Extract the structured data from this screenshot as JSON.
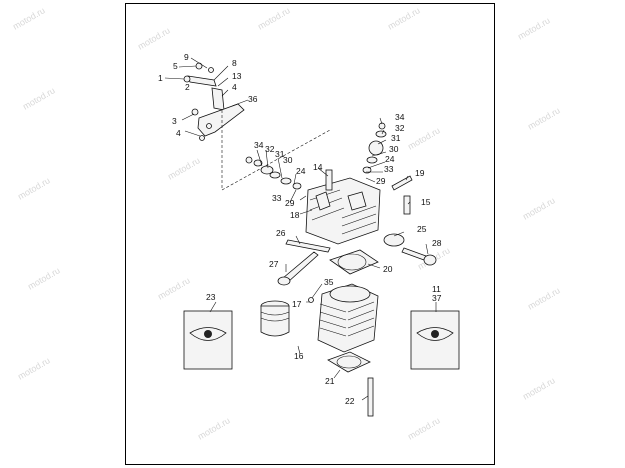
{
  "watermark": "motod.ru",
  "diagram": {
    "callouts": {
      "c1": "1",
      "c2": "2",
      "c3": "3",
      "c4a": "4",
      "c4b": "4",
      "c5": "5",
      "c8": "8",
      "c9": "9",
      "c13": "13",
      "c36": "36",
      "c34a": "34",
      "c32a": "32",
      "c31a": "31",
      "c30a": "30",
      "c24a": "24",
      "c33a": "33",
      "c29a": "29",
      "c14": "14",
      "c18": "18",
      "c34b": "34",
      "c32b": "32",
      "c31b": "31",
      "c30b": "30",
      "c24b": "24",
      "c33b": "33",
      "c29b": "29",
      "c19": "19",
      "c15": "15",
      "c26": "26",
      "c25": "25",
      "c28": "28",
      "c27": "27",
      "c20": "20",
      "c35": "35",
      "c17": "17",
      "c23": "23",
      "c11": "11",
      "c37": "37",
      "c16": "16",
      "c21": "21",
      "c22": "22"
    }
  }
}
